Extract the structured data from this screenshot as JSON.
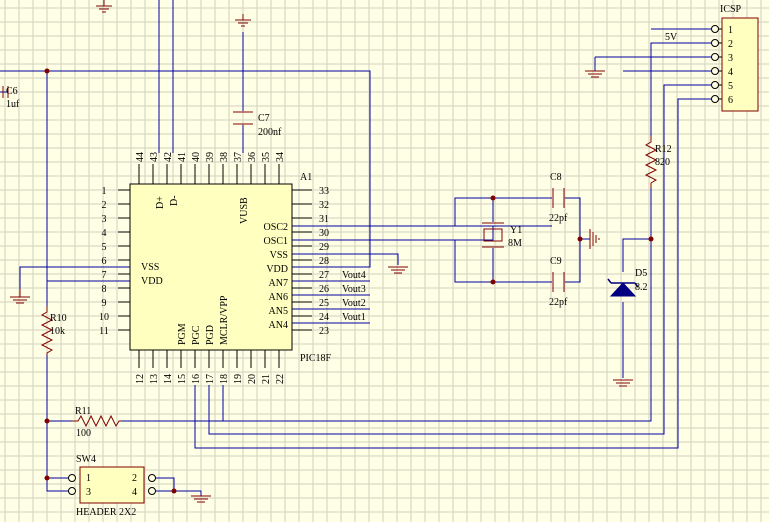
{
  "colors": {
    "background": "#ffffe6",
    "grid": "#d2d2be",
    "wire": "#0000a0",
    "chip_fill": "#ffffc0",
    "component": "#800000",
    "zener_fill": "#000080"
  },
  "icsp": {
    "title": "ICSP",
    "pins": [
      "1",
      "2",
      "3",
      "4",
      "5",
      "6"
    ],
    "net_5v": "5V"
  },
  "chip": {
    "designator": "A1",
    "part": "PIC18F",
    "left_pins": [
      "1",
      "2",
      "3",
      "4",
      "5",
      "6",
      "7",
      "8",
      "9",
      "10",
      "11"
    ],
    "top_pins": [
      "44",
      "43",
      "42",
      "41",
      "40",
      "39",
      "38",
      "37",
      "36",
      "35",
      "34"
    ],
    "right_pins": [
      "33",
      "32",
      "31",
      "30",
      "29",
      "28",
      "27",
      "26",
      "25",
      "24",
      "23"
    ],
    "bottom_pins": [
      "12",
      "13",
      "14",
      "15",
      "16",
      "17",
      "18",
      "19",
      "20",
      "21",
      "22"
    ],
    "left_labels": {
      "vss": "VSS",
      "vdd": "VDD"
    },
    "top_labels": {
      "dplus": "D+",
      "dminus": "D-",
      "vusb": "VUSB"
    },
    "right_labels": [
      "OSC2",
      "OSC1",
      "VSS",
      "VDD",
      "AN7",
      "AN6",
      "AN5",
      "AN4"
    ],
    "bottom_labels": [
      "PGM",
      "PGC",
      "PGD",
      "MCLR/VPP"
    ]
  },
  "nets": {
    "vout4": "Vout4",
    "vout3": "Vout3",
    "vout2": "Vout2",
    "vout1": "Vout1"
  },
  "components": {
    "c6": {
      "name": "C6",
      "value": "1uf"
    },
    "c7": {
      "name": "C7",
      "value": "200nf"
    },
    "c8": {
      "name": "C8",
      "value": "22pf"
    },
    "c9": {
      "name": "C9",
      "value": "22pf"
    },
    "y1": {
      "name": "Y1",
      "value": "8M"
    },
    "r12": {
      "name": "R12",
      "value": "820"
    },
    "d5": {
      "name": "D5",
      "value": "8.2"
    },
    "r10": {
      "name": "R10",
      "value": "10k"
    },
    "r11": {
      "name": "R11",
      "value": "100"
    }
  },
  "sw4": {
    "name": "SW4",
    "footprint": "HEADER 2X2",
    "pins": [
      "1",
      "2",
      "3",
      "4"
    ]
  }
}
